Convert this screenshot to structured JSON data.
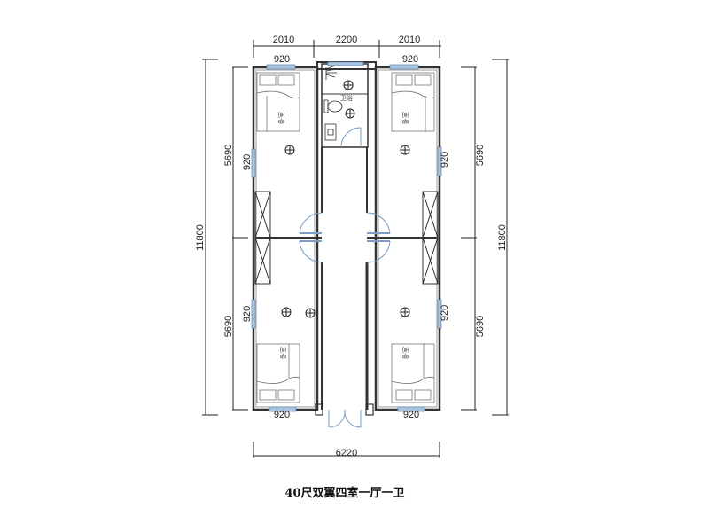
{
  "title": "40尺双翼四室一厅一卫",
  "dimensions": {
    "top": [
      "2010",
      "2200",
      "2010"
    ],
    "bottom_total": "6220",
    "left_total": "11800",
    "right_total": "11800",
    "left_segments": [
      "5690",
      "5690"
    ],
    "right_segments": [
      "5690",
      "5690"
    ],
    "window_top_left": "920",
    "window_top_right": "920",
    "window_bottom_left": "920",
    "window_bottom_right": "920",
    "window_side_left_upper": "920",
    "window_side_left_lower": "920",
    "window_side_right_upper": "920",
    "window_side_right_lower": "920"
  },
  "rooms": {
    "bedroom_label": "卧室",
    "bathroom_label": "卫浴"
  },
  "colors": {
    "wall": "#333333",
    "window": "#a8c4e0",
    "door_arc": "#7a9cc6",
    "dim_line": "#222222"
  }
}
